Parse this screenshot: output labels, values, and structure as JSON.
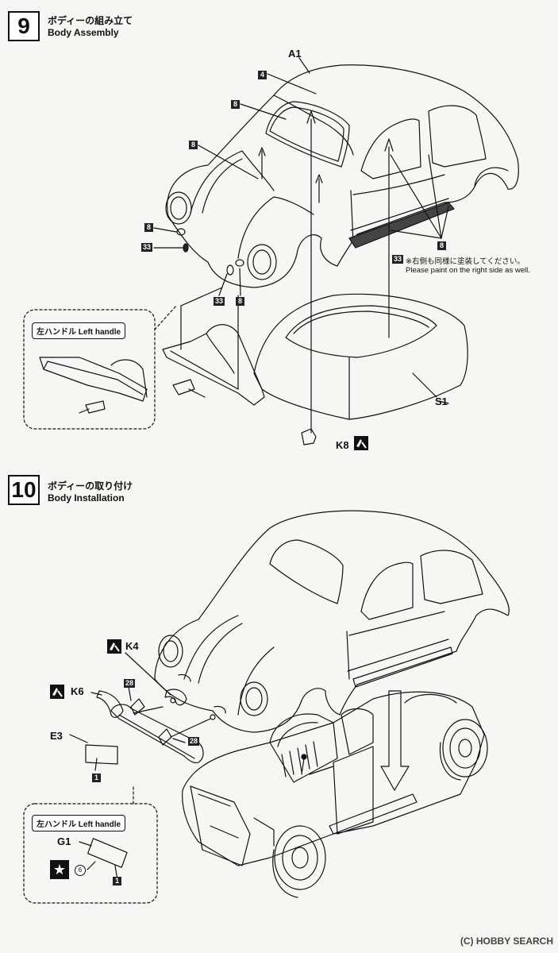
{
  "steps": [
    {
      "number": "9",
      "title_jp": "ボディーの組み立て",
      "title_en": "Body Assembly",
      "parts": {
        "a1": "A1",
        "s1": "S1",
        "k8": "K8"
      },
      "paint_codes": {
        "c4": "4",
        "c8": "8",
        "c33": "33"
      },
      "note_jp": "※右側も同様に塗装してください。",
      "note_en": "Please paint on the right side as well.",
      "inset_label": "左ハンドル Left handle"
    },
    {
      "number": "10",
      "title_jp": "ボディーの取り付け",
      "title_en": "Body Installation",
      "parts": {
        "k4": "K4",
        "k6": "K6",
        "e3": "E3",
        "g1": "G1"
      },
      "paint_codes": {
        "c28": "28",
        "c1": "1",
        "c6": "6"
      },
      "inset_label": "左ハンドル Left handle"
    }
  ],
  "footer": {
    "watermark": "(C) HOBBY SEARCH"
  },
  "icons": {
    "cement": "cement-icon",
    "decal": "decal-star-icon"
  }
}
